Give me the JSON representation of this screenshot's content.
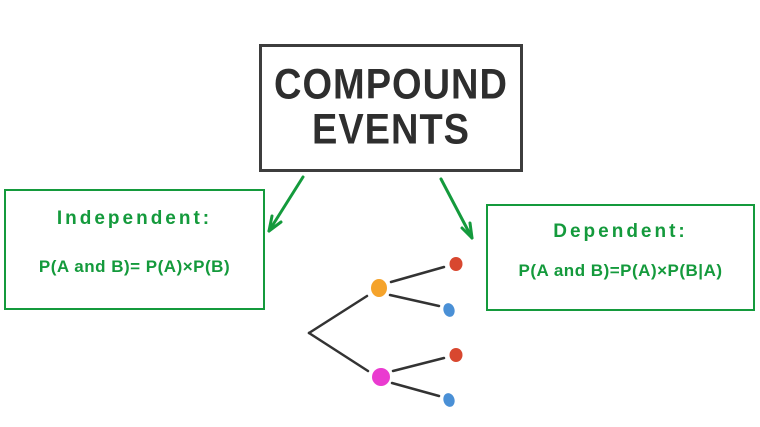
{
  "title": {
    "line1": "COMPOUND",
    "line2": "EVENTS"
  },
  "branches": {
    "independent": {
      "heading": "Independent:",
      "formula": "P(A and B)= P(A)×P(B)"
    },
    "dependent": {
      "heading": "Dependent:",
      "formula": "P(A and B)=P(A)×P(B|A)"
    }
  },
  "tree": {
    "type": "probability-tree",
    "level1_node_colors": [
      "orange",
      "magenta"
    ],
    "level2_leaves": [
      {
        "parent": "orange",
        "colors": [
          "red",
          "blue"
        ]
      },
      {
        "parent": "magenta",
        "colors": [
          "red",
          "blue"
        ]
      }
    ]
  },
  "colors": {
    "green": "#149a3c",
    "box_border": "#3d3d3d",
    "title_text": "#2e2e2e",
    "tree_line": "#333333",
    "orange": "#f5a32b",
    "magenta": "#ea3bd0",
    "red": "#d8472f",
    "blue": "#4a90d6"
  }
}
